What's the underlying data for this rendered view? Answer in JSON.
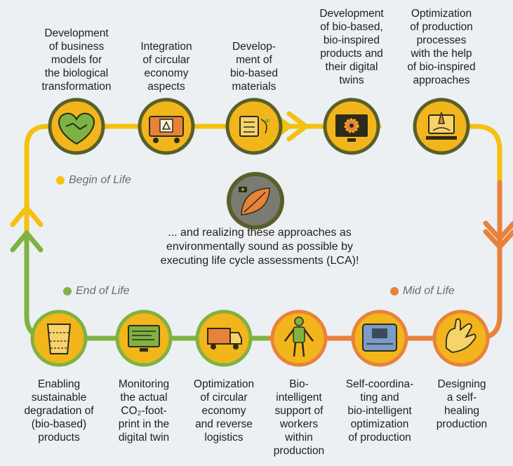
{
  "colors": {
    "begin": "#f4c10f",
    "mid": "#e8823a",
    "end": "#7fb241",
    "node_fill": "#f2b51c",
    "node_dark": "#5a5f2a",
    "lca_ring": "#5a5f2a",
    "lca_fill": "#7b7b72",
    "background": "#ecf0f3"
  },
  "top_labels": [
    {
      "id": "business-models",
      "text": "Development\nof business\nmodels for\nthe biological\ntransformation"
    },
    {
      "id": "circular-economy",
      "text": "Integration\nof circular\neconomy\naspects"
    },
    {
      "id": "bio-materials",
      "text": "Develop-\nment of\nbio-based\nmaterials"
    },
    {
      "id": "bio-products",
      "text": "Development\nof bio-based,\nbio-inspired\nproducts and\ntheir digital\ntwins"
    },
    {
      "id": "production-processes",
      "text": "Optimization\nof production\nprocesses\nwith the help\nof bio-inspired\napproaches"
    }
  ],
  "bottom_labels": [
    {
      "id": "degradation",
      "text": "Enabling\nsustainable\ndegradation of\n(bio-based)\nproducts"
    },
    {
      "id": "co2-monitoring",
      "text": "Monitoring\nthe actual\nCO₂-foot-\nprint in the\ndigital twin"
    },
    {
      "id": "reverse-logistics",
      "text": "Optimization\nof circular\neconomy\nand reverse\nlogistics"
    },
    {
      "id": "worker-support",
      "text": "Bio-\nintelligent\nsupport of\nworkers\nwithin\nproduction"
    },
    {
      "id": "self-coordinating",
      "text": "Self-coordina-\nting and\nbio-intelligent\noptimization\nof production"
    },
    {
      "id": "self-healing",
      "text": "Designing\na self-\nhealing\nproduction"
    }
  ],
  "legend": {
    "begin": "Begin of Life",
    "mid": "Mid of Life",
    "end": "End of Life"
  },
  "center_text": "... and realizing these approaches as\nenvironmentally sound as possible by\nexecuting life cycle assessments (LCA)!",
  "icons": {
    "business-models": "handshake-heart-icon",
    "circular-economy": "recycling-device-icon",
    "bio-materials": "bio-material-icon",
    "bio-products": "digital-twin-gear-icon",
    "production-processes": "bio-laser-process-icon",
    "degradation": "degradable-container-icon",
    "co2-monitoring": "co2-monitor-icon",
    "reverse-logistics": "recycling-truck-icon",
    "worker-support": "exoskeleton-worker-icon",
    "self-coordinating": "robot-workstation-icon",
    "self-healing": "self-healing-hand-icon",
    "lca": "leaf-lca-icon"
  }
}
